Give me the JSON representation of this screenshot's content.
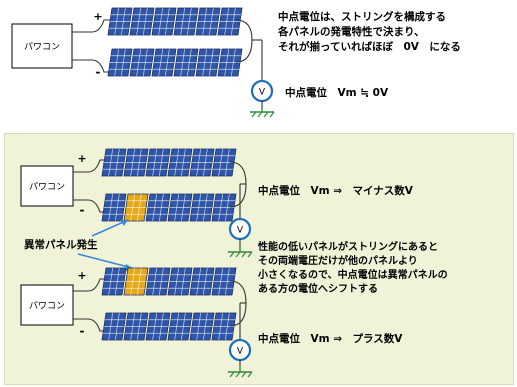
{
  "top": {
    "pcs_label": "パワコン",
    "plus": "+",
    "minus": "-",
    "note_lines": [
      "中点電位は、ストリングを構成する",
      "各パネルの発電特性で決まり、",
      "それが揃っていればほぼ　0V　になる"
    ],
    "meter_symbol": "V",
    "midpoint_text": "中点電位　Vm ≒ 0V"
  },
  "bottom": {
    "upper": {
      "pcs_label": "パワコン",
      "plus": "+",
      "minus": "-",
      "meter_symbol": "V",
      "midpoint_text": "中点電位　Vm ⇒　マイナス数V"
    },
    "abnormal_label": "異常パネル発生",
    "explanation_lines": [
      "性能の低いパネルがストリングにあると",
      "その両端電圧だけが他のパネルより",
      "小さくなるので、中点電位は異常パネルの",
      "ある方の電位へシフトする"
    ],
    "lower": {
      "pcs_label": "パワコン",
      "plus": "+",
      "minus": "-",
      "meter_symbol": "V",
      "midpoint_text": "中点電位　Vm ⇒　プラス数V"
    }
  },
  "colors": {
    "panel_blue": "#2e55a8",
    "panel_abnormal": "#e6a817",
    "wire": "#333333",
    "ground": "#2e8b3a",
    "meter_ring": "#1d6fb8",
    "arrow": "#3b88d8",
    "background_bottom": "#f1f3d8"
  }
}
